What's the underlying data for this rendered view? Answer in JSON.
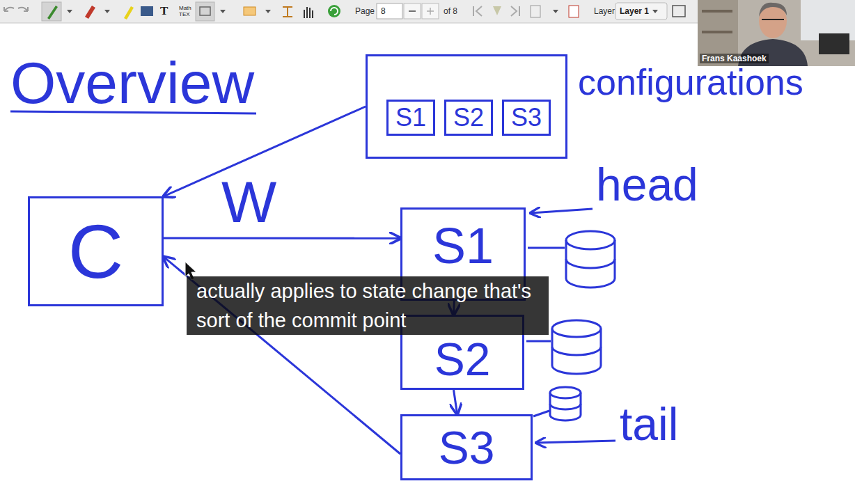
{
  "diagram": {
    "title": "Overview",
    "nodes": [
      {
        "text": [
          "configurations"
        ]
      },
      {
        "text": [
          "S1"
        ],
        "in": 0
      },
      {
        "text": [
          "S2"
        ],
        "in": 0
      },
      {
        "text": [
          "S3"
        ],
        "in": 0
      },
      {
        "text": [
          "C"
        ]
      },
      {
        "text": [
          "S1"
        ]
      },
      {
        "text": [
          "S2"
        ]
      },
      {
        "text": [
          "S3"
        ]
      }
    ],
    "edges": [
      {
        "from": 0,
        "to": 4,
        "arrow": "to"
      },
      {
        "from": 4,
        "to": 5,
        "label": "W",
        "arrow": "to"
      },
      {
        "from": 5,
        "to": 6,
        "arrow": "to"
      },
      {
        "from": 6,
        "to": 7,
        "arrow": "to"
      },
      {
        "from": 7,
        "to": 4,
        "arrow": "to"
      }
    ],
    "labels": [
      "T",
      "Math TEX",
      "Page",
      "8",
      "of 8",
      "Layer",
      "Layer 1",
      "head",
      "tail",
      "actually applies to state change that's sort of the commit point",
      "Frans Kaashoek"
    ]
  }
}
